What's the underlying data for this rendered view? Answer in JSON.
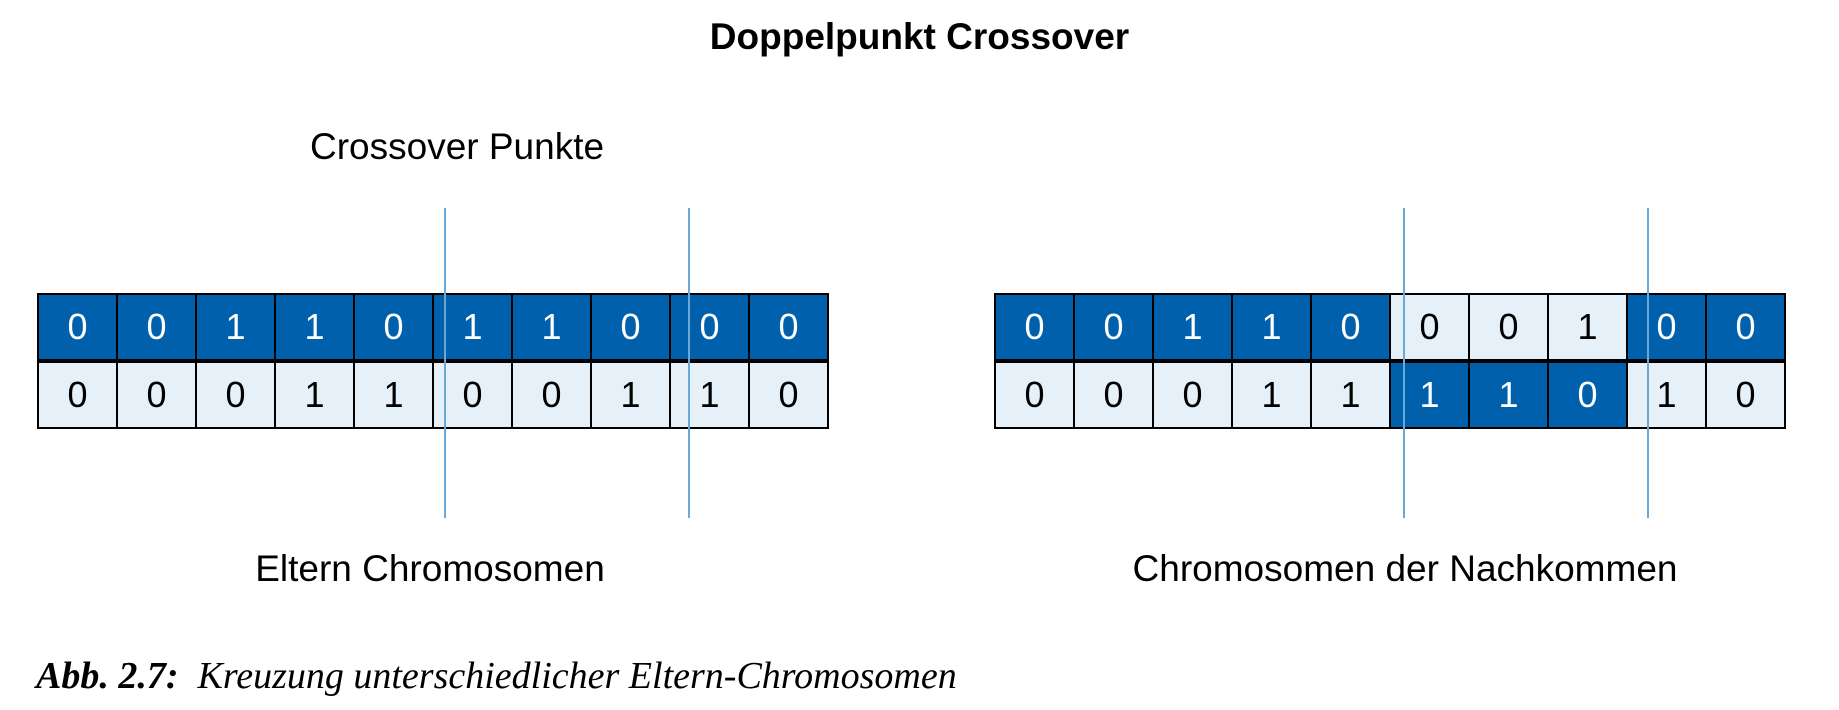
{
  "title": "Doppelpunkt Crossover",
  "crossover_label": "Crossover Punkte",
  "colors": {
    "dark": "#0060ac",
    "light": "#e6f0f8",
    "line": "#6aa8d8"
  },
  "parents": {
    "label": "Eltern Chromosomen",
    "rows": [
      {
        "bits": [
          "0",
          "0",
          "1",
          "1",
          "0",
          "1",
          "1",
          "0",
          "0",
          "0"
        ],
        "shade": [
          "d",
          "d",
          "d",
          "d",
          "d",
          "d",
          "d",
          "d",
          "d",
          "d"
        ]
      },
      {
        "bits": [
          "0",
          "0",
          "0",
          "1",
          "1",
          "0",
          "0",
          "1",
          "1",
          "0"
        ],
        "shade": [
          "l",
          "l",
          "l",
          "l",
          "l",
          "l",
          "l",
          "l",
          "l",
          "l"
        ]
      }
    ]
  },
  "offspring": {
    "label": "Chromosomen der Nachkommen",
    "rows": [
      {
        "bits": [
          "0",
          "0",
          "1",
          "1",
          "0",
          "0",
          "0",
          "1",
          "0",
          "0"
        ],
        "shade": [
          "d",
          "d",
          "d",
          "d",
          "d",
          "l",
          "l",
          "l",
          "d",
          "d"
        ]
      },
      {
        "bits": [
          "0",
          "0",
          "0",
          "1",
          "1",
          "1",
          "1",
          "0",
          "1",
          "0"
        ],
        "shade": [
          "l",
          "l",
          "l",
          "l",
          "l",
          "d",
          "d",
          "d",
          "l",
          "l"
        ]
      }
    ]
  },
  "caption": {
    "prefix": "Abb. 2.7:",
    "text": "Kreuzung unterschiedlicher Eltern-Chromosomen"
  }
}
